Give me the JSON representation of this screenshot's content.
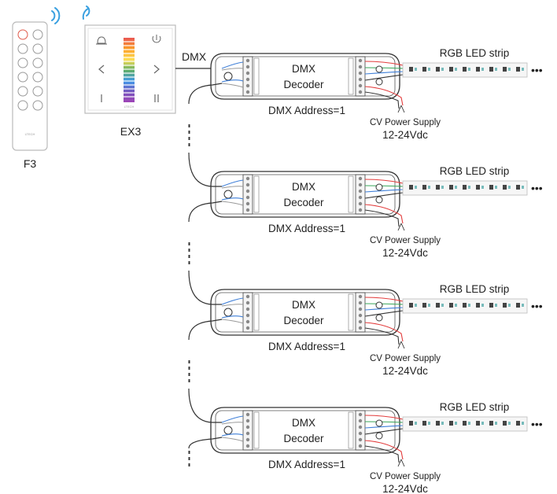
{
  "remote": {
    "caption": "F3",
    "brand": "LTECH"
  },
  "panel": {
    "caption": "EX3",
    "brand": "LTECH"
  },
  "bus": {
    "label": "DMX"
  },
  "units": [
    {
      "decoder_line1": "DMX",
      "decoder_line2": "Decoder",
      "address": "DMX Address=1",
      "strip_label": "RGB LED strip",
      "ps_line1": "CV Power Supply",
      "ps_line2": "12-24Vdc",
      "more": "•••"
    },
    {
      "decoder_line1": "DMX",
      "decoder_line2": "Decoder",
      "address": "DMX Address=1",
      "strip_label": "RGB LED strip",
      "ps_line1": "CV Power Supply",
      "ps_line2": "12-24Vdc",
      "more": "•••"
    },
    {
      "decoder_line1": "DMX",
      "decoder_line2": "Decoder",
      "address": "DMX Address=1",
      "strip_label": "RGB LED strip",
      "ps_line1": "CV Power Supply",
      "ps_line2": "12-24Vdc",
      "more": "•••"
    },
    {
      "decoder_line1": "DMX",
      "decoder_line2": "Decoder",
      "address": "DMX Address=1",
      "strip_label": "RGB LED strip",
      "ps_line1": "CV Power Supply",
      "ps_line2": "12-24Vdc",
      "more": "•••"
    }
  ],
  "colors": {
    "wire_red": "#e23b3b",
    "wire_green": "#3aa65a",
    "wire_blue": "#3f7fd8",
    "wire_black": "#333333",
    "signal": "#3aa0e0",
    "device_frame": "#333333"
  },
  "icons": [
    "wireless-signal-icon",
    "power-icon",
    "bell-icon",
    "chevron-left-icon",
    "chevron-right-icon",
    "pause-icon"
  ]
}
